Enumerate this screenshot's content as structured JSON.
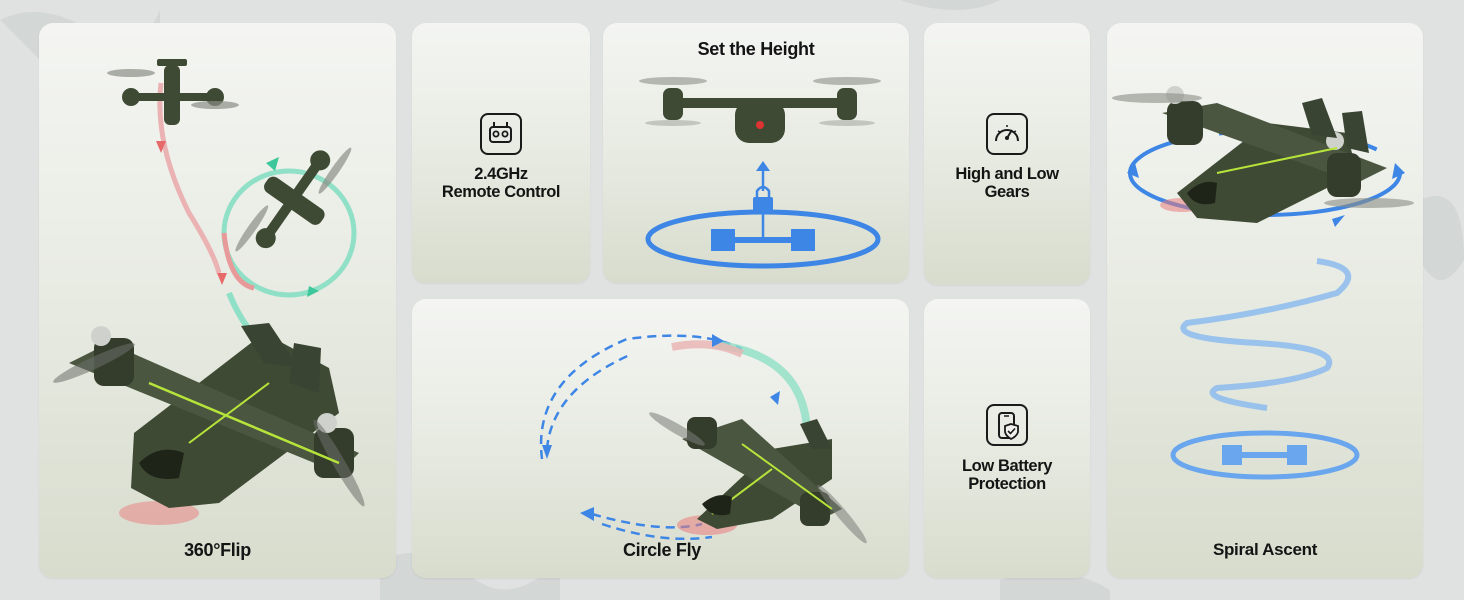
{
  "panels": {
    "flip": {
      "label": "360°Flip"
    },
    "remote": {
      "line1": "2.4GHz",
      "line2": "Remote Control",
      "icon": "remote-controller-icon"
    },
    "height": {
      "label": "Set the Height",
      "icon": "lock-icon"
    },
    "gears": {
      "line1": "High and Low",
      "line2": "Gears",
      "icon": "speedometer-icon"
    },
    "circle": {
      "label": "Circle Fly"
    },
    "battery": {
      "line1": "Low Battery",
      "line2": "Protection",
      "icon": "phone-shield-icon"
    },
    "spiral": {
      "label": "Spiral Ascent"
    }
  },
  "colors": {
    "drone_green": "#3f4a35",
    "accent_lime": "#b7e43a",
    "arrow_blue": "#3d86e6",
    "arrow_teal": "#7fd9c0",
    "arrow_red": "#e66a6a"
  }
}
